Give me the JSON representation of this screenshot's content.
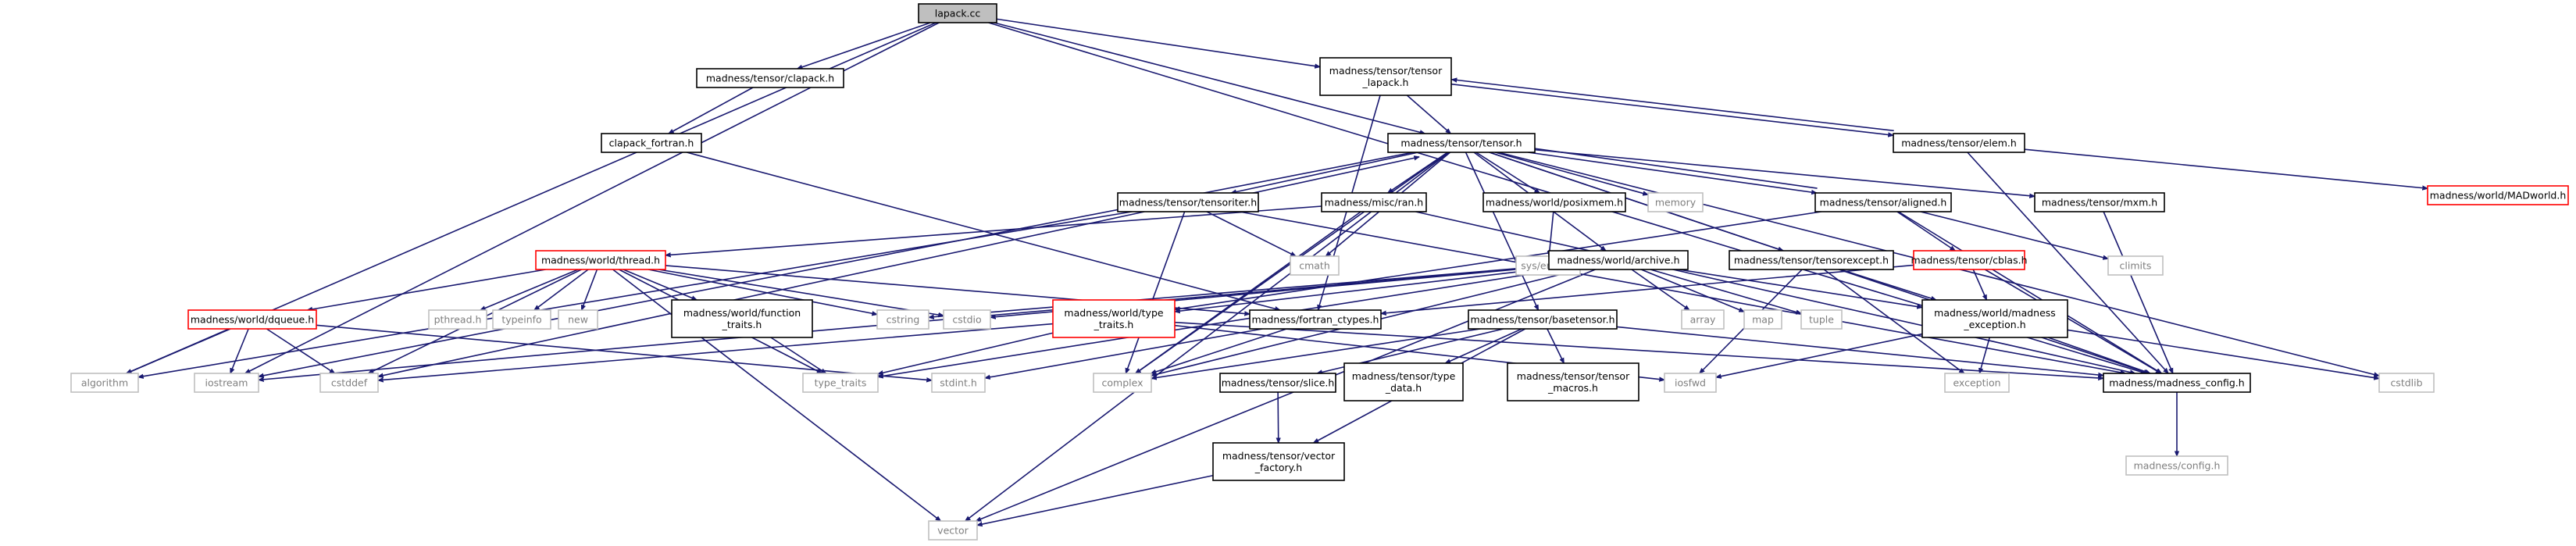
{
  "colors": {
    "edge": "#191970",
    "std_border": "#bfbfbf",
    "red_border": "#ff0000",
    "root_fill": "#bfbfbf"
  },
  "nodes": [
    {
      "id": "lapack",
      "label": [
        "lapack.cc"
      ],
      "kind": "root"
    },
    {
      "id": "clapack",
      "label": [
        "madness/tensor/clapack.h"
      ],
      "kind": "proj"
    },
    {
      "id": "tlapack",
      "label": [
        "madness/tensor/tensor",
        "_lapack.h"
      ],
      "kind": "proj"
    },
    {
      "id": "cfortran",
      "label": [
        "clapack_fortran.h"
      ],
      "kind": "proj"
    },
    {
      "id": "tensor",
      "label": [
        "madness/tensor/tensor.h"
      ],
      "kind": "proj"
    },
    {
      "id": "elem",
      "label": [
        "madness/tensor/elem.h"
      ],
      "kind": "proj"
    },
    {
      "id": "madworld",
      "label": [
        "madness/world/MADworld.h"
      ],
      "kind": "red"
    },
    {
      "id": "titer",
      "label": [
        "madness/tensor/tensoriter.h"
      ],
      "kind": "proj"
    },
    {
      "id": "ran",
      "label": [
        "madness/misc/ran.h"
      ],
      "kind": "proj"
    },
    {
      "id": "posix",
      "label": [
        "madness/world/posixmem.h"
      ],
      "kind": "proj"
    },
    {
      "id": "memory",
      "label": [
        "memory"
      ],
      "kind": "std"
    },
    {
      "id": "aligned",
      "label": [
        "madness/tensor/aligned.h"
      ],
      "kind": "proj"
    },
    {
      "id": "mxm",
      "label": [
        "madness/tensor/mxm.h"
      ],
      "kind": "proj"
    },
    {
      "id": "thread",
      "label": [
        "madness/world/thread.h"
      ],
      "kind": "red"
    },
    {
      "id": "cmath",
      "label": [
        "cmath"
      ],
      "kind": "std"
    },
    {
      "id": "syserrno",
      "label": [
        "sys/errno.h"
      ],
      "kind": "std"
    },
    {
      "id": "archive",
      "label": [
        "madness/world/archive.h"
      ],
      "kind": "proj"
    },
    {
      "id": "texcept",
      "label": [
        "madness/tensor/tensorexcept.h"
      ],
      "kind": "proj"
    },
    {
      "id": "cblas",
      "label": [
        "madness/tensor/cblas.h"
      ],
      "kind": "red"
    },
    {
      "id": "climits",
      "label": [
        "climits"
      ],
      "kind": "std"
    },
    {
      "id": "pthread",
      "label": [
        "pthread.h"
      ],
      "kind": "std"
    },
    {
      "id": "typeinfo",
      "label": [
        "typeinfo"
      ],
      "kind": "std"
    },
    {
      "id": "new",
      "label": [
        "new"
      ],
      "kind": "std"
    },
    {
      "id": "functr",
      "label": [
        "madness/world/function",
        "_traits.h"
      ],
      "kind": "proj"
    },
    {
      "id": "cstring",
      "label": [
        "cstring"
      ],
      "kind": "std"
    },
    {
      "id": "cstdio",
      "label": [
        "cstdio"
      ],
      "kind": "std"
    },
    {
      "id": "typetr",
      "label": [
        "madness/world/type",
        "_traits.h"
      ],
      "kind": "red"
    },
    {
      "id": "fctypes",
      "label": [
        "madness/fortran_ctypes.h"
      ],
      "kind": "proj"
    },
    {
      "id": "dqueue",
      "label": [
        "madness/world/dqueue.h"
      ],
      "kind": "red"
    },
    {
      "id": "basetensor",
      "label": [
        "madness/tensor/basetensor.h"
      ],
      "kind": "proj"
    },
    {
      "id": "array",
      "label": [
        "array"
      ],
      "kind": "std"
    },
    {
      "id": "map",
      "label": [
        "map"
      ],
      "kind": "std"
    },
    {
      "id": "tuple",
      "label": [
        "tuple"
      ],
      "kind": "std"
    },
    {
      "id": "madexc",
      "label": [
        "madness/world/madness",
        "_exception.h"
      ],
      "kind": "proj"
    },
    {
      "id": "algorithm",
      "label": [
        "algorithm"
      ],
      "kind": "std"
    },
    {
      "id": "iostream",
      "label": [
        "iostream"
      ],
      "kind": "std"
    },
    {
      "id": "cstddef",
      "label": [
        "cstddef"
      ],
      "kind": "std"
    },
    {
      "id": "typetraits",
      "label": [
        "type_traits"
      ],
      "kind": "std"
    },
    {
      "id": "stdint",
      "label": [
        "stdint.h"
      ],
      "kind": "std"
    },
    {
      "id": "complex",
      "label": [
        "complex"
      ],
      "kind": "std"
    },
    {
      "id": "slice",
      "label": [
        "madness/tensor/slice.h"
      ],
      "kind": "proj"
    },
    {
      "id": "ttypedata",
      "label": [
        "madness/tensor/type",
        "_data.h"
      ],
      "kind": "proj"
    },
    {
      "id": "tmacros",
      "label": [
        "madness/tensor/tensor",
        "_macros.h"
      ],
      "kind": "proj"
    },
    {
      "id": "iosfwd",
      "label": [
        "iosfwd"
      ],
      "kind": "std"
    },
    {
      "id": "exception",
      "label": [
        "exception"
      ],
      "kind": "std"
    },
    {
      "id": "madcfg",
      "label": [
        "madness/madness_config.h"
      ],
      "kind": "proj"
    },
    {
      "id": "cstdlib",
      "label": [
        "cstdlib"
      ],
      "kind": "std"
    },
    {
      "id": "vfactory",
      "label": [
        "madness/tensor/vector",
        "_factory.h"
      ],
      "kind": "proj"
    },
    {
      "id": "config",
      "label": [
        "madness/config.h"
      ],
      "kind": "std"
    },
    {
      "id": "vector",
      "label": [
        "vector"
      ],
      "kind": "std"
    }
  ],
  "edges": [
    [
      "lapack",
      "clapack"
    ],
    [
      "lapack",
      "tlapack"
    ],
    [
      "lapack",
      "tensor"
    ],
    [
      "lapack",
      "algorithm"
    ],
    [
      "lapack",
      "iostream"
    ],
    [
      "lapack",
      "madcfg"
    ],
    [
      "clapack",
      "cfortran"
    ],
    [
      "cfortran",
      "fctypes"
    ],
    [
      "tlapack",
      "tensor"
    ],
    [
      "tlapack",
      "elem"
    ],
    [
      "tlapack",
      "fctypes"
    ],
    [
      "elem",
      "tlapack"
    ],
    [
      "elem",
      "madworld"
    ],
    [
      "elem",
      "madcfg"
    ],
    [
      "tensor",
      "titer"
    ],
    [
      "tensor",
      "ran"
    ],
    [
      "tensor",
      "posix"
    ],
    [
      "tensor",
      "memory"
    ],
    [
      "tensor",
      "aligned"
    ],
    [
      "tensor",
      "mxm"
    ],
    [
      "tensor",
      "archive"
    ],
    [
      "tensor",
      "texcept"
    ],
    [
      "tensor",
      "basetensor"
    ],
    [
      "tensor",
      "complex"
    ],
    [
      "tensor",
      "cmath"
    ],
    [
      "tensor",
      "vector"
    ],
    [
      "tensor",
      "madcfg"
    ],
    [
      "tensor",
      "cstdlib"
    ],
    [
      "tensor",
      "iostream"
    ],
    [
      "titer",
      "tensor"
    ],
    [
      "titer",
      "cmath"
    ],
    [
      "titer",
      "complex"
    ],
    [
      "titer",
      "algorithm"
    ],
    [
      "titer",
      "cstddef"
    ],
    [
      "titer",
      "madcfg"
    ],
    [
      "ran",
      "thread"
    ],
    [
      "ran",
      "complex"
    ],
    [
      "ran",
      "madcfg"
    ],
    [
      "posix",
      "syserrno"
    ],
    [
      "aligned",
      "tensor"
    ],
    [
      "aligned",
      "cblas"
    ],
    [
      "aligned",
      "climits"
    ],
    [
      "aligned",
      "typetr"
    ],
    [
      "aligned",
      "madcfg"
    ],
    [
      "mxm",
      "madcfg"
    ],
    [
      "thread",
      "dqueue"
    ],
    [
      "thread",
      "pthread"
    ],
    [
      "thread",
      "typeinfo"
    ],
    [
      "thread",
      "new"
    ],
    [
      "thread",
      "functr"
    ],
    [
      "thread",
      "cstring"
    ],
    [
      "thread",
      "cstdio"
    ],
    [
      "thread",
      "fctypes"
    ],
    [
      "thread",
      "cstddef"
    ],
    [
      "thread",
      "typetraits"
    ],
    [
      "thread",
      "vector"
    ],
    [
      "archive",
      "cstring"
    ],
    [
      "archive",
      "cstdio"
    ],
    [
      "archive",
      "array"
    ],
    [
      "archive",
      "map"
    ],
    [
      "archive",
      "tuple"
    ],
    [
      "archive",
      "madexc"
    ],
    [
      "archive",
      "typetr"
    ],
    [
      "archive",
      "complex"
    ],
    [
      "archive",
      "iostream"
    ],
    [
      "archive",
      "vector"
    ],
    [
      "archive",
      "typetraits"
    ],
    [
      "texcept",
      "madexc"
    ],
    [
      "texcept",
      "iosfwd"
    ],
    [
      "texcept",
      "exception"
    ],
    [
      "cblas",
      "fctypes"
    ],
    [
      "cblas",
      "madexc"
    ],
    [
      "cblas",
      "madcfg"
    ],
    [
      "functr",
      "typetraits"
    ],
    [
      "typetr",
      "typetraits"
    ],
    [
      "typetr",
      "iosfwd"
    ],
    [
      "typetr",
      "madcfg"
    ],
    [
      "typetr",
      "cstddef"
    ],
    [
      "fctypes",
      "complex"
    ],
    [
      "fctypes",
      "stdint"
    ],
    [
      "dqueue",
      "algorithm"
    ],
    [
      "dqueue",
      "iostream"
    ],
    [
      "dqueue",
      "cstddef"
    ],
    [
      "dqueue",
      "stdint"
    ],
    [
      "basetensor",
      "slice"
    ],
    [
      "basetensor",
      "ttypedata"
    ],
    [
      "basetensor",
      "tmacros"
    ],
    [
      "basetensor",
      "complex"
    ],
    [
      "basetensor",
      "madcfg"
    ],
    [
      "basetensor",
      "vfactory"
    ],
    [
      "slice",
      "vfactory"
    ],
    [
      "vfactory",
      "vector"
    ],
    [
      "madexc",
      "iosfwd"
    ],
    [
      "madexc",
      "exception"
    ],
    [
      "madexc",
      "madcfg"
    ],
    [
      "madexc",
      "cstdlib"
    ],
    [
      "madcfg",
      "config"
    ]
  ]
}
